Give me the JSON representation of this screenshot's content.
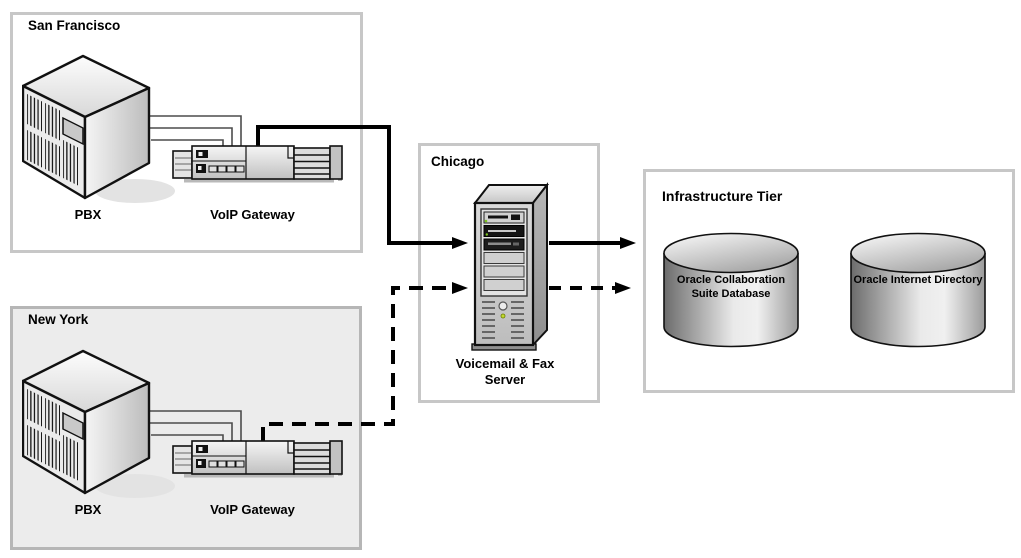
{
  "diagram": {
    "type": "network-architecture",
    "groups": {
      "san_francisco": {
        "label": "San Francisco",
        "pbx": "PBX",
        "gateway": "VoIP Gateway"
      },
      "new_york": {
        "label": "New York",
        "pbx": "PBX",
        "gateway": "VoIP Gateway"
      },
      "chicago": {
        "label": "Chicago",
        "server": "Voicemail & Fax Server"
      },
      "infrastructure": {
        "label": "Infrastructure Tier",
        "databases": [
          {
            "label": "Oracle Collaboration Suite Database"
          },
          {
            "label": "Oracle Internet Directory"
          }
        ]
      }
    },
    "connections": [
      {
        "from": "San Francisco VoIP Gateway",
        "to": "Chicago Voicemail & Fax Server",
        "style": "solid-arrow"
      },
      {
        "from": "New York VoIP Gateway",
        "to": "Chicago Voicemail & Fax Server",
        "style": "dashed-arrow"
      },
      {
        "from": "Chicago Voicemail & Fax Server",
        "to": "Infrastructure Tier",
        "style": "solid-arrow"
      },
      {
        "from": "Chicago Voicemail & Fax Server",
        "to": "Infrastructure Tier",
        "style": "dashed-arrow"
      }
    ],
    "colors": {
      "box_border": "#c7c7c7",
      "new_york_fill": "#ececec",
      "arrow": "#000000"
    }
  }
}
